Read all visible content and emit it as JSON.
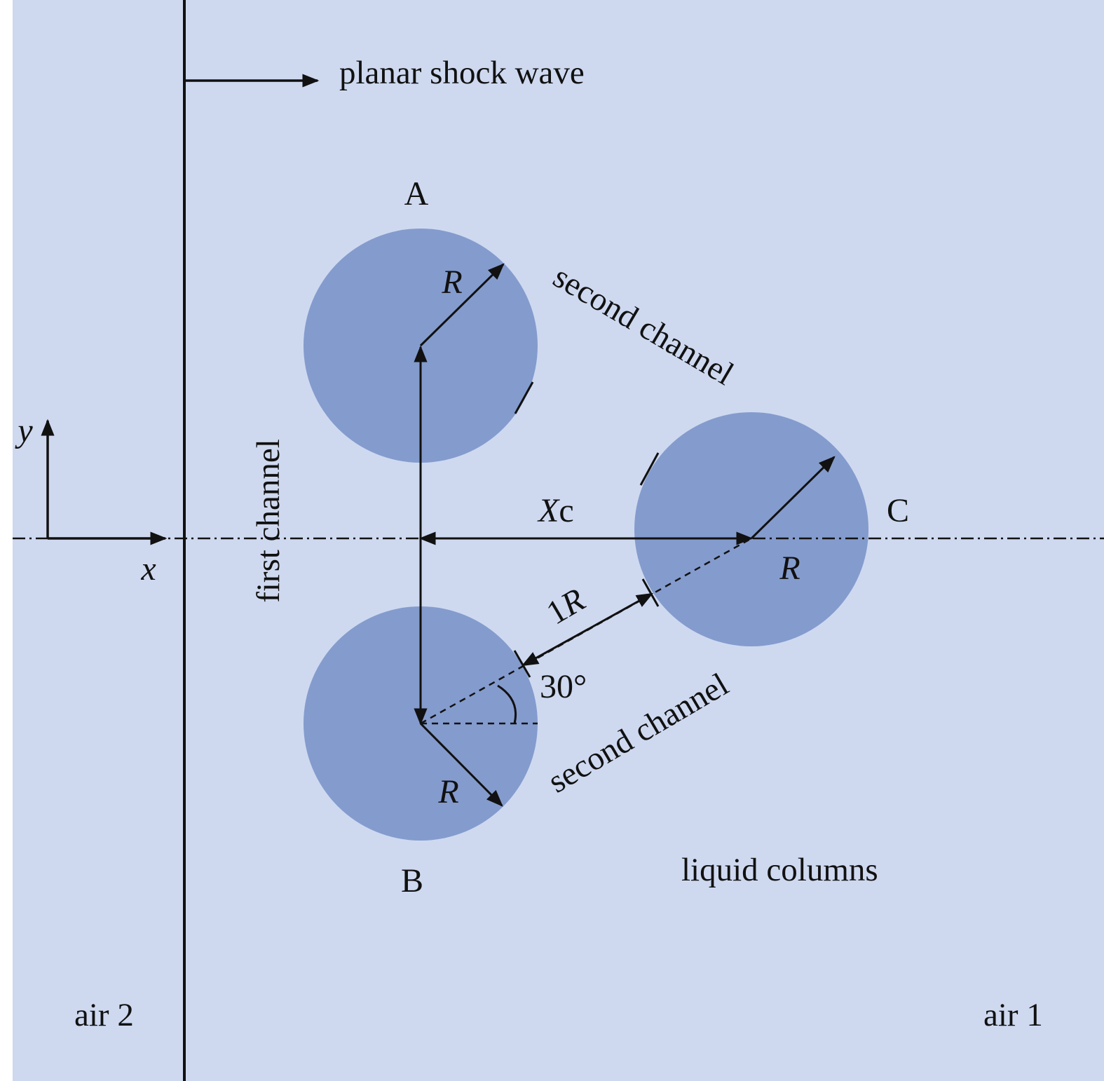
{
  "labels": {
    "shock": "planar shock wave",
    "col_a": "A",
    "col_b": "B",
    "col_c": "C",
    "radius": "R",
    "second_channel": "second channel",
    "first_channel": "first channel",
    "xc_x": "X",
    "xc_c": "c",
    "gap_num": "1",
    "gap_r": "R",
    "angle": "30°",
    "axis_x": "x",
    "axis_y": "y",
    "liquid": "liquid columns",
    "air_left": "air 2",
    "air_right": "air 1"
  },
  "colors": {
    "background": "#ced9f0",
    "column_fill": "#849bcd",
    "ink": "#111111"
  }
}
